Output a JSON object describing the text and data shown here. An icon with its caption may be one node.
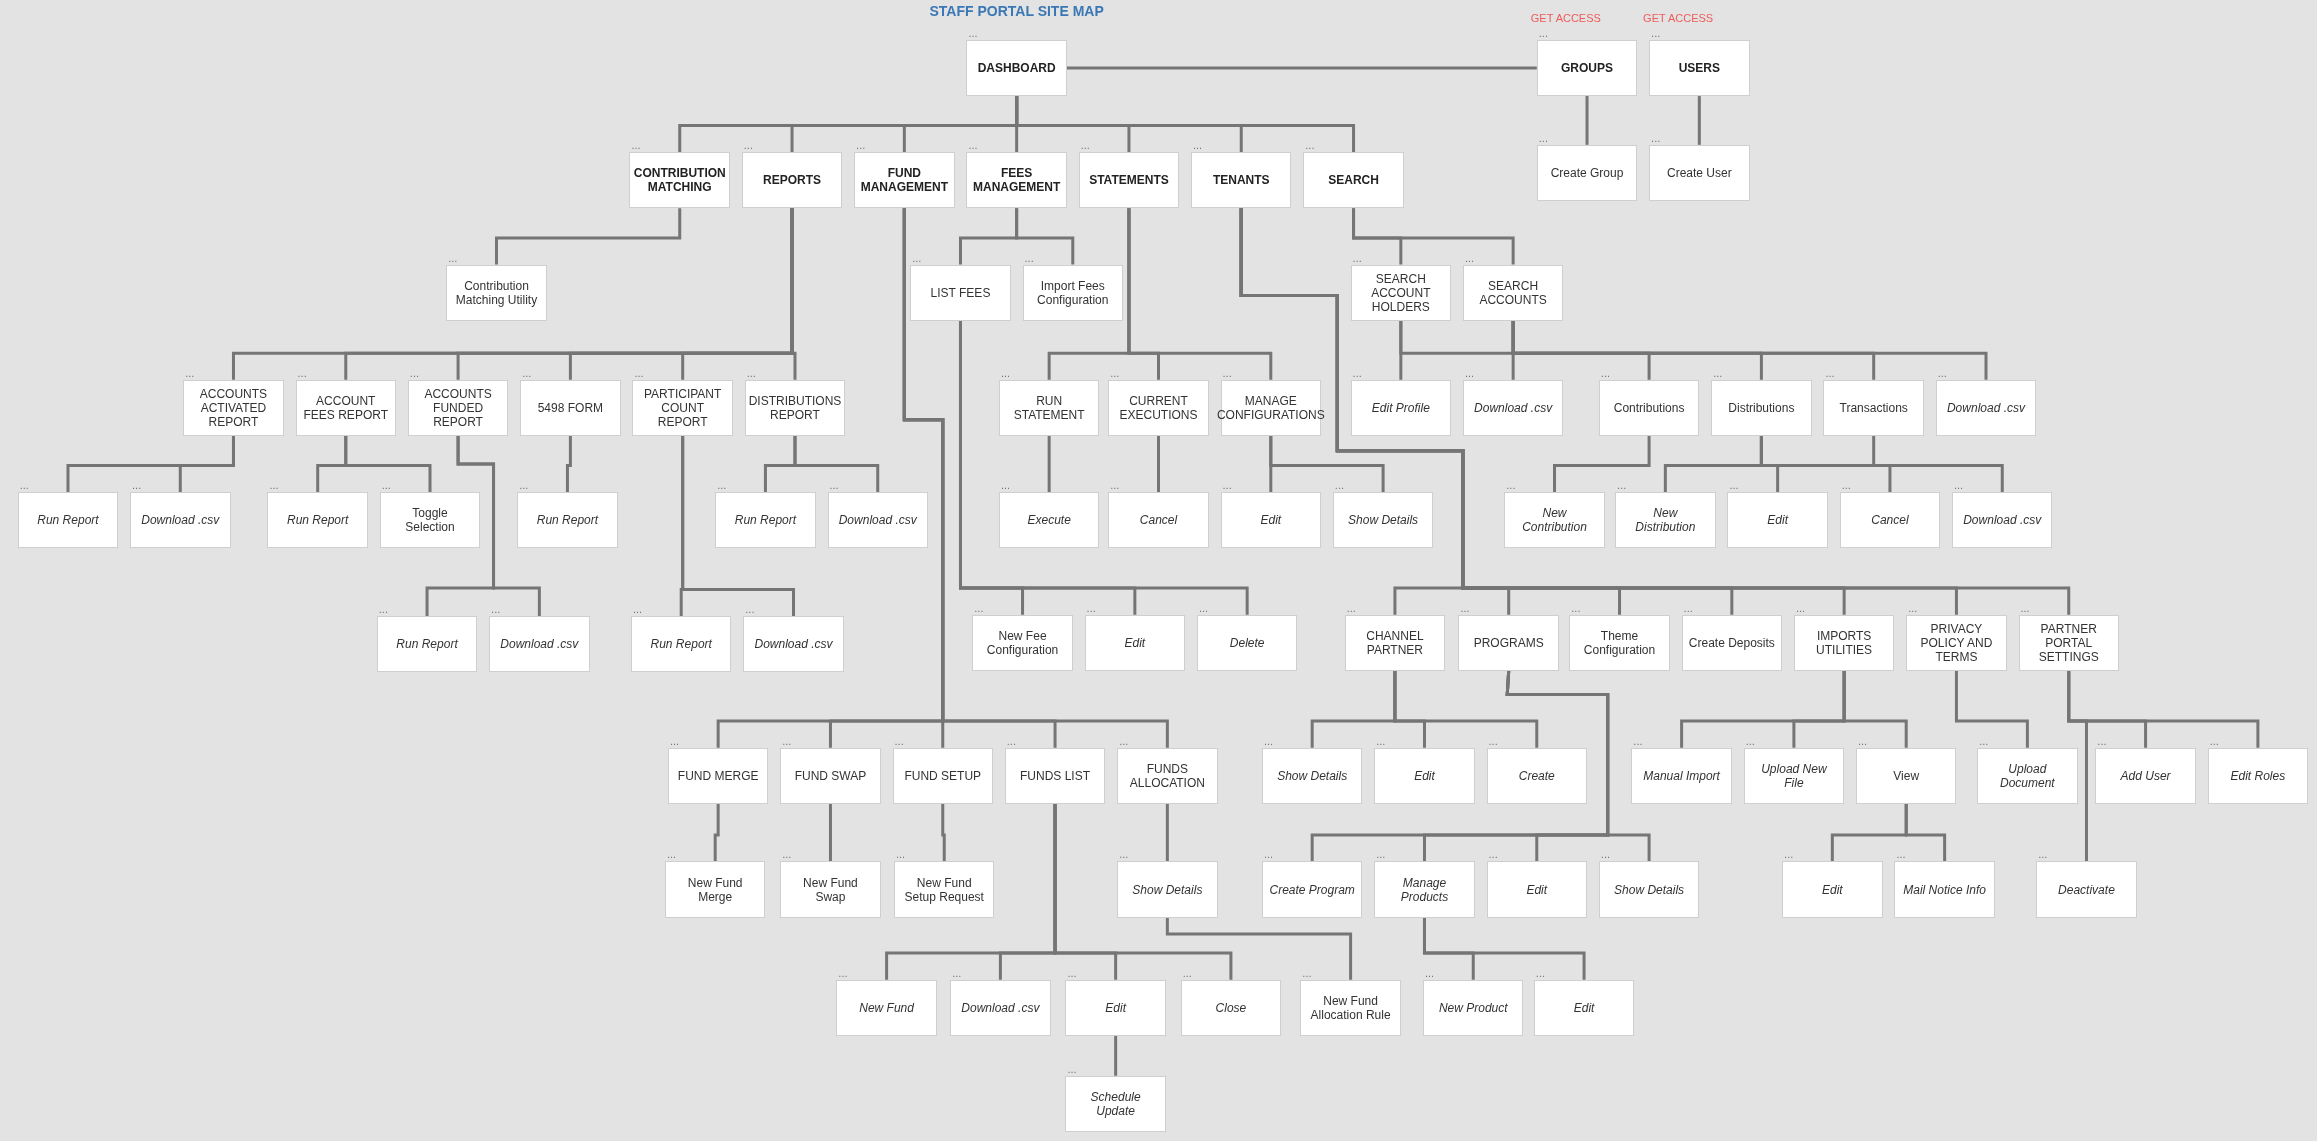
{
  "diagram": {
    "title": "STAFF PORTAL SITE MAP",
    "nodes": [
      {
        "text": [
          "DASHBOARD"
        ],
        "beside": [
          "..."
        ]
      },
      {
        "text": [
          "GROUPS"
        ],
        "beside": [
          "GET ACCESS",
          "..."
        ]
      },
      {
        "text": [
          "USERS"
        ],
        "beside": [
          "GET ACCESS",
          "..."
        ]
      },
      {
        "text": [
          "CONTRIBUTION MATCHING"
        ],
        "beside": [
          "..."
        ]
      },
      {
        "text": [
          "REPORTS"
        ],
        "beside": [
          "..."
        ]
      },
      {
        "text": [
          "FUND MANAGEMENT"
        ],
        "beside": [
          "..."
        ]
      },
      {
        "text": [
          "FEES MANAGEMENT"
        ],
        "beside": [
          "..."
        ]
      },
      {
        "text": [
          "STATEMENTS"
        ],
        "beside": [
          "..."
        ]
      },
      {
        "text": [
          "TENANTS"
        ],
        "beside": [
          "..."
        ]
      },
      {
        "text": [
          "SEARCH"
        ],
        "beside": [
          "..."
        ]
      },
      {
        "text": [
          "Create Group"
        ],
        "beside": [
          "..."
        ]
      },
      {
        "text": [
          "Create User"
        ],
        "beside": [
          "..."
        ]
      },
      {
        "text": [
          "Contribution Matching Utility"
        ],
        "beside": [
          "..."
        ]
      },
      {
        "text": [
          "LIST FEES"
        ],
        "beside": [
          "..."
        ]
      },
      {
        "text": [
          "Import Fees Configuration"
        ],
        "beside": [
          "..."
        ]
      },
      {
        "text": [
          "SEARCH ACCOUNT HOLDERS"
        ],
        "beside": [
          "..."
        ]
      },
      {
        "text": [
          "SEARCH ACCOUNTS"
        ],
        "beside": [
          "..."
        ]
      },
      {
        "text": [
          "ACCOUNTS ACTIVATED REPORT"
        ],
        "beside": [
          "..."
        ]
      },
      {
        "text": [
          "ACCOUNT FEES REPORT"
        ],
        "beside": [
          "..."
        ]
      },
      {
        "text": [
          "ACCOUNTS FUNDED REPORT"
        ],
        "beside": [
          "..."
        ]
      },
      {
        "text": [
          "5498 FORM"
        ],
        "beside": [
          "..."
        ]
      },
      {
        "text": [
          "PARTICIPANT COUNT REPORT"
        ],
        "beside": [
          "..."
        ]
      },
      {
        "text": [
          "DISTRIBUTIONS REPORT"
        ],
        "beside": [
          "..."
        ]
      },
      {
        "text": [
          "RUN STATEMENT"
        ],
        "beside": [
          "..."
        ]
      },
      {
        "text": [
          "CURRENT EXECUTIONS"
        ],
        "beside": [
          "..."
        ]
      },
      {
        "text": [
          "MANAGE CONFIGURATIONS"
        ],
        "beside": [
          "..."
        ]
      },
      {
        "text": [
          "Edit Profile"
        ],
        "beside": [
          "..."
        ]
      },
      {
        "text": [
          "Download .csv"
        ],
        "beside": [
          "..."
        ]
      },
      {
        "text": [
          "Contributions"
        ],
        "beside": [
          "..."
        ]
      },
      {
        "text": [
          "Distributions"
        ],
        "beside": [
          "..."
        ]
      },
      {
        "text": [
          "Transactions"
        ],
        "beside": [
          "..."
        ]
      },
      {
        "text": [
          "Download .csv"
        ],
        "beside": [
          "..."
        ]
      },
      {
        "text": [
          "Run Report"
        ],
        "beside": [
          "..."
        ]
      },
      {
        "text": [
          "Download .csv"
        ],
        "beside": [
          "..."
        ]
      },
      {
        "text": [
          "Run Report"
        ],
        "beside": [
          "..."
        ]
      },
      {
        "text": [
          "Toggle Selection"
        ],
        "beside": [
          "..."
        ]
      },
      {
        "text": [
          "Run Report"
        ],
        "beside": [
          "..."
        ]
      },
      {
        "text": [
          "Run Report"
        ],
        "beside": [
          "..."
        ]
      },
      {
        "text": [
          "Download .csv"
        ],
        "beside": [
          "..."
        ]
      },
      {
        "text": [
          "Execute"
        ],
        "beside": [
          "..."
        ]
      },
      {
        "text": [
          "Cancel"
        ],
        "beside": [
          "..."
        ]
      },
      {
        "text": [
          "Edit"
        ],
        "beside": [
          "..."
        ]
      },
      {
        "text": [
          "Show Details"
        ],
        "beside": [
          "..."
        ]
      },
      {
        "text": [
          "New Contribution"
        ],
        "beside": [
          "..."
        ]
      },
      {
        "text": [
          "New Distribution"
        ],
        "beside": [
          "..."
        ]
      },
      {
        "text": [
          "Edit"
        ],
        "beside": [
          "..."
        ]
      },
      {
        "text": [
          "Cancel"
        ],
        "beside": [
          "..."
        ]
      },
      {
        "text": [
          "Download .csv"
        ],
        "beside": [
          "..."
        ]
      },
      {
        "text": [
          "Run Report"
        ],
        "beside": [
          "..."
        ]
      },
      {
        "text": [
          "Download .csv"
        ],
        "beside": [
          "..."
        ]
      },
      {
        "text": [
          "Run Report"
        ],
        "beside": [
          "..."
        ]
      },
      {
        "text": [
          "Download .csv"
        ],
        "beside": [
          "..."
        ]
      },
      {
        "text": [
          "New Fee Configuration"
        ],
        "beside": [
          "..."
        ]
      },
      {
        "text": [
          "Edit"
        ],
        "beside": [
          "..."
        ]
      },
      {
        "text": [
          "Delete"
        ],
        "beside": [
          "..."
        ]
      },
      {
        "text": [
          "CHANNEL PARTNER"
        ],
        "beside": [
          "..."
        ]
      },
      {
        "text": [
          "PROGRAMS"
        ],
        "beside": [
          "..."
        ]
      },
      {
        "text": [
          "Theme Configuration"
        ],
        "beside": [
          "..."
        ]
      },
      {
        "text": [
          "Create Deposits"
        ],
        "beside": [
          "..."
        ]
      },
      {
        "text": [
          "IMPORTS UTILITIES"
        ],
        "beside": [
          "..."
        ]
      },
      {
        "text": [
          "PRIVACY POLICY AND TERMS"
        ],
        "beside": [
          "..."
        ]
      },
      {
        "text": [
          "PARTNER PORTAL SETTINGS"
        ],
        "beside": [
          "..."
        ]
      },
      {
        "text": [
          "FUND MERGE"
        ],
        "beside": [
          "..."
        ]
      },
      {
        "text": [
          "FUND SWAP"
        ],
        "beside": [
          "..."
        ]
      },
      {
        "text": [
          "FUND SETUP"
        ],
        "beside": [
          "..."
        ]
      },
      {
        "text": [
          "FUNDS LIST"
        ],
        "beside": [
          "..."
        ]
      },
      {
        "text": [
          "FUNDS ALLOCATION"
        ],
        "beside": [
          "..."
        ]
      },
      {
        "text": [
          "Show Details"
        ],
        "beside": [
          "..."
        ]
      },
      {
        "text": [
          "Edit"
        ],
        "beside": [
          "..."
        ]
      },
      {
        "text": [
          "Create"
        ],
        "beside": [
          "..."
        ]
      },
      {
        "text": [
          "Manual Import"
        ],
        "beside": [
          "..."
        ]
      },
      {
        "text": [
          "Upload New File"
        ],
        "beside": [
          "..."
        ]
      },
      {
        "text": [
          "View"
        ],
        "beside": [
          "..."
        ]
      },
      {
        "text": [
          "Upload Document"
        ],
        "beside": [
          "..."
        ]
      },
      {
        "text": [
          "Add User"
        ],
        "beside": [
          "..."
        ]
      },
      {
        "text": [
          "Edit Roles"
        ],
        "beside": [
          "..."
        ]
      },
      {
        "text": [
          "New Fund Merge"
        ],
        "beside": [
          "..."
        ]
      },
      {
        "text": [
          "New Fund Swap"
        ],
        "beside": [
          "..."
        ]
      },
      {
        "text": [
          "New Fund Setup Request"
        ],
        "beside": [
          "..."
        ]
      },
      {
        "text": [
          "Show Details"
        ],
        "beside": [
          "..."
        ]
      },
      {
        "text": [
          "Create Program"
        ],
        "beside": [
          "..."
        ]
      },
      {
        "text": [
          "Manage Products"
        ],
        "beside": [
          "..."
        ]
      },
      {
        "text": [
          "Edit"
        ],
        "beside": [
          "..."
        ]
      },
      {
        "text": [
          "Show Details"
        ],
        "beside": [
          "..."
        ]
      },
      {
        "text": [
          "Edit"
        ],
        "beside": [
          "..."
        ]
      },
      {
        "text": [
          "Mail Notice Info"
        ],
        "beside": [
          "..."
        ]
      },
      {
        "text": [
          "Deactivate"
        ],
        "beside": [
          "..."
        ]
      },
      {
        "text": [
          "New Fund"
        ],
        "beside": [
          "..."
        ]
      },
      {
        "text": [
          "Download .csv"
        ],
        "beside": [
          "..."
        ]
      },
      {
        "text": [
          "Edit"
        ],
        "beside": [
          "..."
        ]
      },
      {
        "text": [
          "Close"
        ],
        "beside": [
          "..."
        ]
      },
      {
        "text": [
          "New Fund Allocation Rule"
        ],
        "beside": [
          "..."
        ]
      },
      {
        "text": [
          "New Product"
        ],
        "beside": [
          "..."
        ]
      },
      {
        "text": [
          "Edit"
        ],
        "beside": [
          "..."
        ]
      },
      {
        "text": [
          "Schedule Update"
        ],
        "beside": [
          "..."
        ]
      }
    ],
    "edges": [
      {
        "from": 0,
        "to": 1,
        "arrow": "none"
      },
      {
        "from": 0,
        "to": 3,
        "arrow": "none"
      },
      {
        "from": 0,
        "to": 4,
        "arrow": "none"
      },
      {
        "from": 0,
        "to": 5,
        "arrow": "none"
      },
      {
        "from": 0,
        "to": 6,
        "arrow": "none"
      },
      {
        "from": 0,
        "to": 7,
        "arrow": "none"
      },
      {
        "from": 0,
        "to": 8,
        "arrow": "none"
      },
      {
        "from": 0,
        "to": 9,
        "arrow": "none"
      },
      {
        "from": 1,
        "to": 10,
        "arrow": "none"
      },
      {
        "from": 2,
        "to": 11,
        "arrow": "none"
      },
      {
        "from": 3,
        "to": 12,
        "arrow": "none"
      },
      {
        "from": 6,
        "to": 13,
        "arrow": "none"
      },
      {
        "from": 6,
        "to": 14,
        "arrow": "none"
      },
      {
        "from": 9,
        "to": 15,
        "arrow": "none"
      },
      {
        "from": 9,
        "to": 16,
        "arrow": "none"
      },
      {
        "from": 4,
        "to": 17,
        "arrow": "none"
      },
      {
        "from": 4,
        "to": 18,
        "arrow": "none"
      },
      {
        "from": 4,
        "to": 19,
        "arrow": "none"
      },
      {
        "from": 4,
        "to": 20,
        "arrow": "none"
      },
      {
        "from": 4,
        "to": 21,
        "arrow": "none"
      },
      {
        "from": 4,
        "to": 22,
        "arrow": "none"
      },
      {
        "from": 7,
        "to": 23,
        "arrow": "none"
      },
      {
        "from": 7,
        "to": 24,
        "arrow": "none"
      },
      {
        "from": 7,
        "to": 25,
        "arrow": "none"
      },
      {
        "from": 15,
        "to": 26,
        "arrow": "none"
      },
      {
        "from": 15,
        "to": 27,
        "arrow": "none"
      },
      {
        "from": 16,
        "to": 28,
        "arrow": "none"
      },
      {
        "from": 16,
        "to": 29,
        "arrow": "none"
      },
      {
        "from": 16,
        "to": 30,
        "arrow": "none"
      },
      {
        "from": 16,
        "to": 31,
        "arrow": "none"
      },
      {
        "from": 17,
        "to": 32,
        "arrow": "none"
      },
      {
        "from": 17,
        "to": 33,
        "arrow": "none"
      },
      {
        "from": 18,
        "to": 34,
        "arrow": "none"
      },
      {
        "from": 18,
        "to": 35,
        "arrow": "none"
      },
      {
        "from": 20,
        "to": 36,
        "arrow": "none"
      },
      {
        "from": 22,
        "to": 37,
        "arrow": "none"
      },
      {
        "from": 22,
        "to": 38,
        "arrow": "none"
      },
      {
        "from": 23,
        "to": 39,
        "arrow": "none"
      },
      {
        "from": 24,
        "to": 40,
        "arrow": "none"
      },
      {
        "from": 25,
        "to": 41,
        "arrow": "none"
      },
      {
        "from": 25,
        "to": 42,
        "arrow": "none"
      },
      {
        "from": 28,
        "to": 43,
        "arrow": "none"
      },
      {
        "from": 29,
        "to": 44,
        "arrow": "none"
      },
      {
        "from": 29,
        "to": 45,
        "arrow": "none"
      },
      {
        "from": 29,
        "to": 46,
        "arrow": "none"
      },
      {
        "from": 30,
        "to": 47,
        "arrow": "none"
      },
      {
        "from": 19,
        "to": 48,
        "arrow": "none"
      },
      {
        "from": 19,
        "to": 49,
        "arrow": "none"
      },
      {
        "from": 21,
        "to": 50,
        "arrow": "none"
      },
      {
        "from": 21,
        "to": 51,
        "arrow": "none"
      },
      {
        "from": 13,
        "to": 52,
        "arrow": "none"
      },
      {
        "from": 13,
        "to": 53,
        "arrow": "none"
      },
      {
        "from": 13,
        "to": 54,
        "arrow": "none"
      },
      {
        "from": 8,
        "to": 55,
        "arrow": "none"
      },
      {
        "from": 8,
        "to": 56,
        "arrow": "none"
      },
      {
        "from": 8,
        "to": 57,
        "arrow": "none"
      },
      {
        "from": 8,
        "to": 58,
        "arrow": "none"
      },
      {
        "from": 8,
        "to": 59,
        "arrow": "none"
      },
      {
        "from": 8,
        "to": 60,
        "arrow": "none"
      },
      {
        "from": 8,
        "to": 61,
        "arrow": "none"
      },
      {
        "from": 5,
        "to": 62,
        "arrow": "none"
      },
      {
        "from": 5,
        "to": 63,
        "arrow": "none"
      },
      {
        "from": 5,
        "to": 64,
        "arrow": "none"
      },
      {
        "from": 5,
        "to": 65,
        "arrow": "none"
      },
      {
        "from": 5,
        "to": 66,
        "arrow": "none"
      },
      {
        "from": 55,
        "to": 67,
        "arrow": "none"
      },
      {
        "from": 55,
        "to": 68,
        "arrow": "none"
      },
      {
        "from": 55,
        "to": 69,
        "arrow": "none"
      },
      {
        "from": 59,
        "to": 70,
        "arrow": "none"
      },
      {
        "from": 59,
        "to": 71,
        "arrow": "none"
      },
      {
        "from": 59,
        "to": 72,
        "arrow": "none"
      },
      {
        "from": 60,
        "to": 73,
        "arrow": "none"
      },
      {
        "from": 61,
        "to": 74,
        "arrow": "none"
      },
      {
        "from": 61,
        "to": 75,
        "arrow": "none"
      },
      {
        "from": 62,
        "to": 76,
        "arrow": "none"
      },
      {
        "from": 63,
        "to": 77,
        "arrow": "none"
      },
      {
        "from": 64,
        "to": 78,
        "arrow": "none"
      },
      {
        "from": 66,
        "to": 79,
        "arrow": "none"
      },
      {
        "from": 56,
        "to": 80,
        "arrow": "none"
      },
      {
        "from": 56,
        "to": 81,
        "arrow": "none"
      },
      {
        "from": 56,
        "to": 82,
        "arrow": "none"
      },
      {
        "from": 56,
        "to": 83,
        "arrow": "none"
      },
      {
        "from": 72,
        "to": 84,
        "arrow": "none"
      },
      {
        "from": 72,
        "to": 85,
        "arrow": "none"
      },
      {
        "from": 61,
        "to": 86,
        "arrow": "none"
      },
      {
        "from": 65,
        "to": 87,
        "arrow": "none"
      },
      {
        "from": 65,
        "to": 88,
        "arrow": "none"
      },
      {
        "from": 65,
        "to": 89,
        "arrow": "none"
      },
      {
        "from": 65,
        "to": 90,
        "arrow": "none"
      },
      {
        "from": 79,
        "to": 91,
        "arrow": "none"
      },
      {
        "from": 81,
        "to": 92,
        "arrow": "none"
      },
      {
        "from": 81,
        "to": 93,
        "arrow": "none"
      },
      {
        "from": 89,
        "to": 94,
        "arrow": "none"
      }
    ]
  }
}
